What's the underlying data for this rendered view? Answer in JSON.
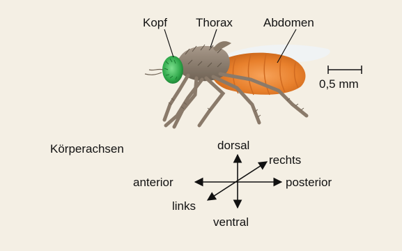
{
  "labels": {
    "kopf": "Kopf",
    "thorax": "Thorax",
    "abdomen": "Abdomen",
    "scale": "0,5 mm"
  },
  "axes": {
    "title": "Körperachsen",
    "dorsal": "dorsal",
    "ventral": "ventral",
    "anterior": "anterior",
    "posterior": "posterior",
    "rechts": "rechts",
    "links": "links"
  },
  "colors": {
    "background": "#f4efe4",
    "head": "#2fa84a",
    "thorax": "#8b7b69",
    "abdomen": "#e8802c",
    "legs": "#8a7a6a"
  }
}
